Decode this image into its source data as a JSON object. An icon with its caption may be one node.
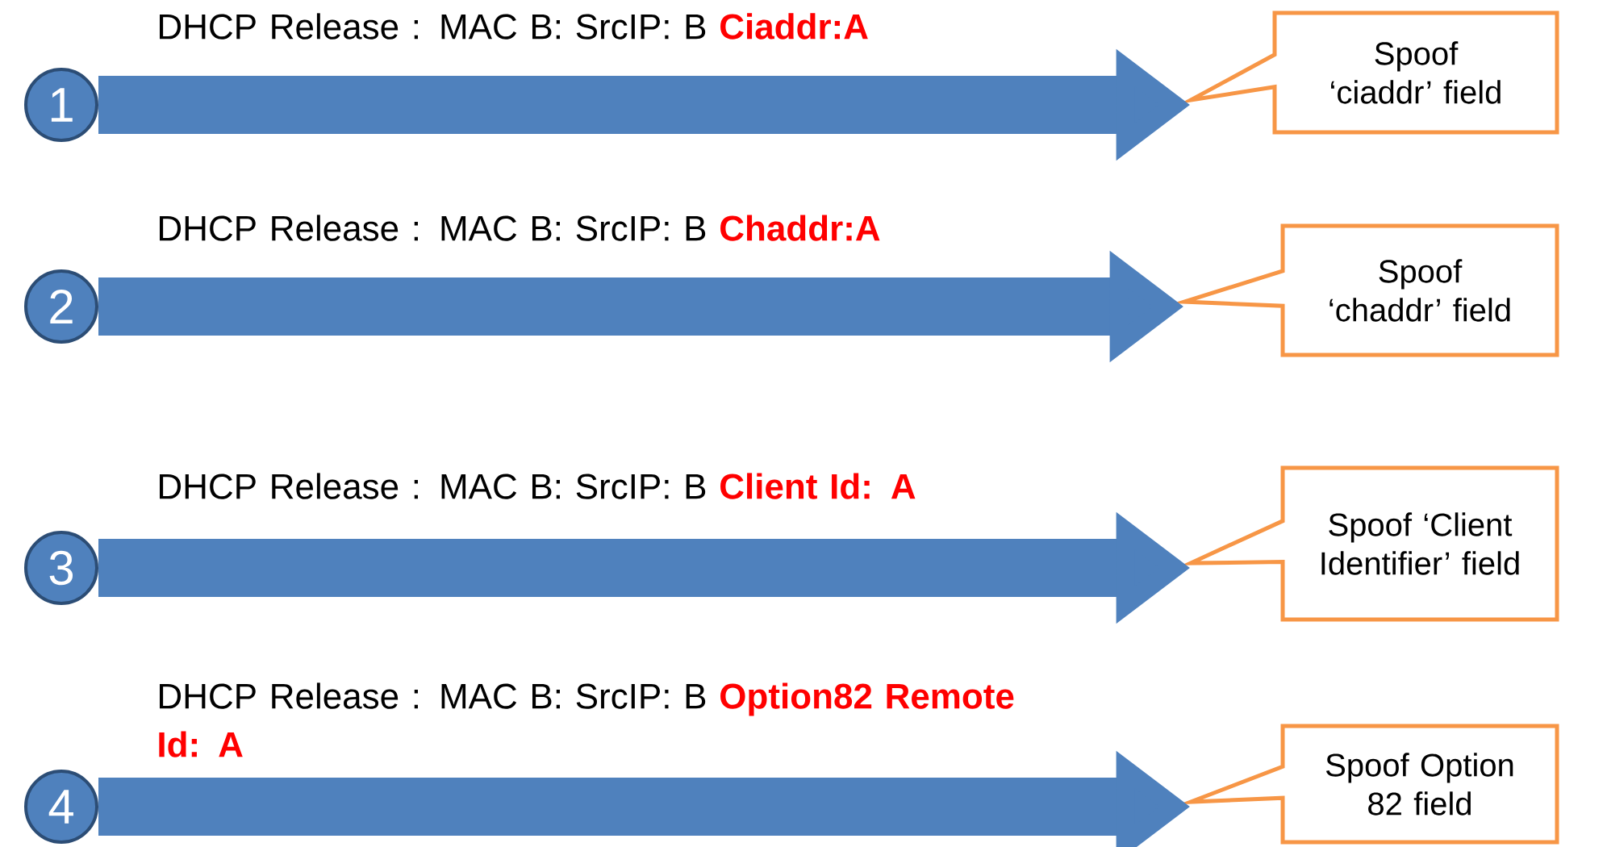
{
  "diagram": {
    "nodes": [
      {
        "text": [
          "1"
        ]
      },
      {
        "text": [
          "Spoof ‘ciaddr’ field"
        ]
      },
      {
        "text": [
          "2"
        ]
      },
      {
        "text": [
          "Spoof ‘chaddr’ field"
        ]
      },
      {
        "text": [
          "3"
        ]
      },
      {
        "text": [
          "Spoof ‘Client Identifier’ field"
        ]
      },
      {
        "text": [
          "4"
        ]
      },
      {
        "text": [
          "Spoof Option 82 field"
        ]
      }
    ],
    "edges": [
      {
        "from": 0,
        "to": 1,
        "arrow": "to"
      },
      {
        "from": 2,
        "to": 3,
        "arrow": "to"
      },
      {
        "from": 4,
        "to": 5,
        "arrow": "to"
      },
      {
        "from": 6,
        "to": 7,
        "arrow": "to"
      }
    ],
    "labels": [
      "DHCP Release : MAC B: SrcIP: B",
      "Ciaddr:A",
      "DHCP Release : MAC B: SrcIP: B",
      "Chaddr:A",
      "DHCP Release : MAC B: SrcIP: B",
      "Client Id: A",
      "DHCP Release : MAC B: SrcIP: B",
      "Option82 Remote Id: A"
    ]
  }
}
